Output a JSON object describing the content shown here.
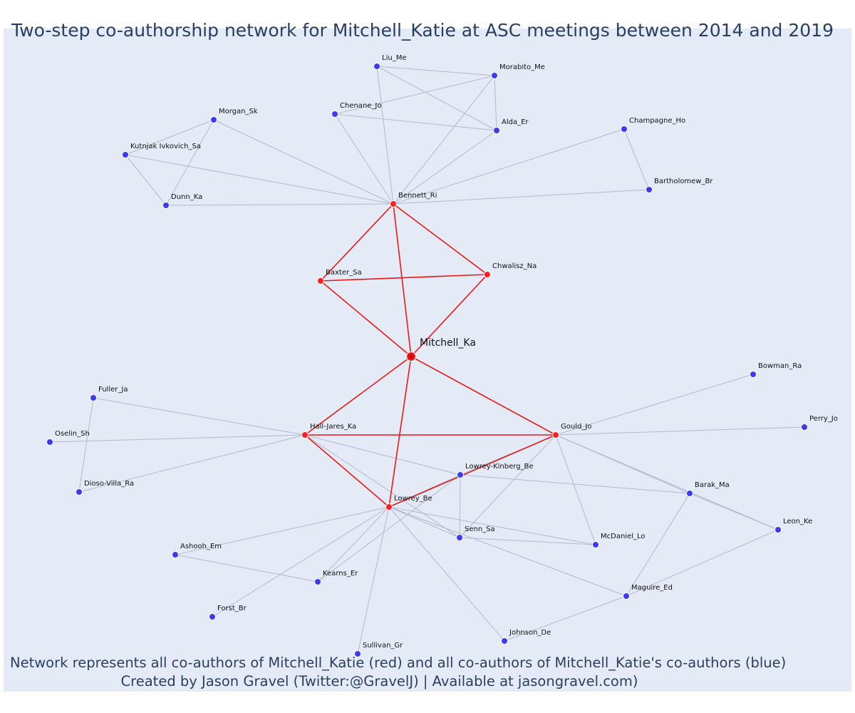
{
  "title": "Two-step co-authorship network for Mitchell_Katie at ASC meetings between 2014 and 2019",
  "footer": {
    "line1": "Network represents all co-authors of Mitchell_Katie (red) and all co-authors of Mitchell_Katie's co-authors (blue)",
    "line2": "Created by Jason Gravel (Twitter:@GravelJ) | Available at jasongravel.com)"
  },
  "colors": {
    "plot_background": "#e5ebf6",
    "red_node": "#ff2020",
    "blue_node": "#3b3bf0",
    "red_edge": "#e31a1a",
    "grey_edge": "#b4b8c8",
    "text": "#2a3f5f"
  },
  "nodes": [
    {
      "id": "Mitchell_Ka",
      "label": "Mitchell_Ka",
      "group": "focal"
    },
    {
      "id": "Bennett_Ri",
      "label": "Bennett_Ri",
      "group": "red"
    },
    {
      "id": "Baxter_Sa",
      "label": "Baxter_Sa",
      "group": "red"
    },
    {
      "id": "Chwalisz_Na",
      "label": "Chwalisz_Na",
      "group": "red"
    },
    {
      "id": "Hall-Jares_Ka",
      "label": "Hall-Jares_Ka",
      "group": "red"
    },
    {
      "id": "Gould_Jo",
      "label": "Gould_Jo",
      "group": "red"
    },
    {
      "id": "Lowrey_Be",
      "label": "Lowrey_Be",
      "group": "red"
    },
    {
      "id": "Liu_Me",
      "label": "Liu_Me",
      "group": "blue"
    },
    {
      "id": "Morabito_Me",
      "label": "Morabito_Me",
      "group": "blue"
    },
    {
      "id": "Chenane_Jo",
      "label": "Chenane_Jo",
      "group": "blue"
    },
    {
      "id": "Alda_Er",
      "label": "Alda_Er",
      "group": "blue"
    },
    {
      "id": "Morgan_Sk",
      "label": "Morgan_Sk",
      "group": "blue"
    },
    {
      "id": "Kutnjak Ivkovich_Sa",
      "label": "Kutnjak Ivkovich_Sa",
      "group": "blue"
    },
    {
      "id": "Dunn_Ka",
      "label": "Dunn_Ka",
      "group": "blue"
    },
    {
      "id": "Champagne_Ho",
      "label": "Champagne_Ho",
      "group": "blue"
    },
    {
      "id": "Bartholomew_Br",
      "label": "Bartholomew_Br",
      "group": "blue"
    },
    {
      "id": "Bowman_Ra",
      "label": "Bowman_Ra",
      "group": "blue"
    },
    {
      "id": "Perry_Jo",
      "label": "Perry_Jo",
      "group": "blue"
    },
    {
      "id": "Fuller_Ja",
      "label": "Fuller_Ja",
      "group": "blue"
    },
    {
      "id": "Oselin_Sh",
      "label": "Oselin_Sh",
      "group": "blue"
    },
    {
      "id": "Dioso-Villa_Ra",
      "label": "Dioso-Villa_Ra",
      "group": "blue"
    },
    {
      "id": "Lowrey-Kinberg_Be",
      "label": "Lowrey-Kinberg_Be",
      "group": "blue"
    },
    {
      "id": "Barak_Ma",
      "label": "Barak_Ma",
      "group": "blue"
    },
    {
      "id": "Leon_Ke",
      "label": "Leon_Ke",
      "group": "blue"
    },
    {
      "id": "Senn_Sa",
      "label": "Senn_Sa",
      "group": "blue"
    },
    {
      "id": "McDaniel_Lo",
      "label": "McDaniel_Lo",
      "group": "blue"
    },
    {
      "id": "Ashooh_Em",
      "label": "Ashooh_Em",
      "group": "blue"
    },
    {
      "id": "Kearns_Er",
      "label": "Kearns_Er",
      "group": "blue"
    },
    {
      "id": "Maguire_Ed",
      "label": "Maguire_Ed",
      "group": "blue"
    },
    {
      "id": "Forst_Br",
      "label": "Forst_Br",
      "group": "blue"
    },
    {
      "id": "Johnson_De",
      "label": "Johnson_De",
      "group": "blue"
    },
    {
      "id": "Sullivan_Gr",
      "label": "Sullivan_Gr",
      "group": "blue"
    }
  ],
  "edges": [
    [
      "Mitchell_Ka",
      "Bennett_Ri",
      "red"
    ],
    [
      "Mitchell_Ka",
      "Baxter_Sa",
      "red"
    ],
    [
      "Mitchell_Ka",
      "Chwalisz_Na",
      "red"
    ],
    [
      "Mitchell_Ka",
      "Hall-Jares_Ka",
      "red"
    ],
    [
      "Mitchell_Ka",
      "Gould_Jo",
      "red"
    ],
    [
      "Mitchell_Ka",
      "Lowrey_Be",
      "red"
    ],
    [
      "Bennett_Ri",
      "Baxter_Sa",
      "red"
    ],
    [
      "Bennett_Ri",
      "Chwalisz_Na",
      "red"
    ],
    [
      "Baxter_Sa",
      "Chwalisz_Na",
      "red"
    ],
    [
      "Hall-Jares_Ka",
      "Gould_Jo",
      "red"
    ],
    [
      "Hall-Jares_Ka",
      "Lowrey_Be",
      "red"
    ],
    [
      "Gould_Jo",
      "Lowrey_Be",
      "red"
    ],
    [
      "Bennett_Ri",
      "Liu_Me",
      "grey"
    ],
    [
      "Bennett_Ri",
      "Morabito_Me",
      "grey"
    ],
    [
      "Bennett_Ri",
      "Chenane_Jo",
      "grey"
    ],
    [
      "Bennett_Ri",
      "Alda_Er",
      "grey"
    ],
    [
      "Bennett_Ri",
      "Kutnjak Ivkovich_Sa",
      "grey"
    ],
    [
      "Bennett_Ri",
      "Morgan_Sk",
      "grey"
    ],
    [
      "Bennett_Ri",
      "Dunn_Ka",
      "grey"
    ],
    [
      "Bennett_Ri",
      "Champagne_Ho",
      "grey"
    ],
    [
      "Bennett_Ri",
      "Bartholomew_Br",
      "grey"
    ],
    [
      "Liu_Me",
      "Morabito_Me",
      "grey"
    ],
    [
      "Liu_Me",
      "Alda_Er",
      "grey"
    ],
    [
      "Chenane_Jo",
      "Morabito_Me",
      "grey"
    ],
    [
      "Chenane_Jo",
      "Alda_Er",
      "grey"
    ],
    [
      "Morabito_Me",
      "Alda_Er",
      "grey"
    ],
    [
      "Morgan_Sk",
      "Kutnjak Ivkovich_Sa",
      "grey"
    ],
    [
      "Morgan_Sk",
      "Dunn_Ka",
      "grey"
    ],
    [
      "Kutnjak Ivkovich_Sa",
      "Dunn_Ka",
      "grey"
    ],
    [
      "Champagne_Ho",
      "Bartholomew_Br",
      "grey"
    ],
    [
      "Gould_Jo",
      "Bowman_Ra",
      "grey"
    ],
    [
      "Gould_Jo",
      "Perry_Jo",
      "grey"
    ],
    [
      "Gould_Jo",
      "Lowrey-Kinberg_Be",
      "grey"
    ],
    [
      "Gould_Jo",
      "Barak_Ma",
      "grey"
    ],
    [
      "Gould_Jo",
      "Leon_Ke",
      "grey"
    ],
    [
      "Gould_Jo",
      "Senn_Sa",
      "grey"
    ],
    [
      "Gould_Jo",
      "McDaniel_Lo",
      "grey"
    ],
    [
      "Hall-Jares_Ka",
      "Fuller_Ja",
      "grey"
    ],
    [
      "Hall-Jares_Ka",
      "Oselin_Sh",
      "grey"
    ],
    [
      "Hall-Jares_Ka",
      "Dioso-Villa_Ra",
      "grey"
    ],
    [
      "Hall-Jares_Ka",
      "Lowrey-Kinberg_Be",
      "grey"
    ],
    [
      "Hall-Jares_Ka",
      "Senn_Sa",
      "grey"
    ],
    [
      "Fuller_Ja",
      "Dioso-Villa_Ra",
      "grey"
    ],
    [
      "Lowrey_Be",
      "Lowrey-Kinberg_Be",
      "grey"
    ],
    [
      "Lowrey_Be",
      "Senn_Sa",
      "grey"
    ],
    [
      "Lowrey_Be",
      "McDaniel_Lo",
      "grey"
    ],
    [
      "Lowrey_Be",
      "Ashooh_Em",
      "grey"
    ],
    [
      "Lowrey_Be",
      "Kearns_Er",
      "grey"
    ],
    [
      "Lowrey_Be",
      "Forst_Br",
      "grey"
    ],
    [
      "Lowrey_Be",
      "Sullivan_Gr",
      "grey"
    ],
    [
      "Lowrey_Be",
      "Johnson_De",
      "grey"
    ],
    [
      "Lowrey_Be",
      "Maguire_Ed",
      "grey"
    ],
    [
      "Lowrey-Kinberg_Be",
      "Barak_Ma",
      "grey"
    ],
    [
      "Lowrey-Kinberg_Be",
      "Senn_Sa",
      "grey"
    ],
    [
      "Lowrey-Kinberg_Be",
      "Kearns_Er",
      "grey"
    ],
    [
      "Senn_Sa",
      "McDaniel_Lo",
      "grey"
    ],
    [
      "Ashooh_Em",
      "Kearns_Er",
      "grey"
    ],
    [
      "Barak_Ma",
      "Leon_Ke",
      "grey"
    ],
    [
      "Barak_Ma",
      "Maguire_Ed",
      "grey"
    ],
    [
      "Leon_Ke",
      "Maguire_Ed",
      "grey"
    ],
    [
      "Maguire_Ed",
      "Johnson_De",
      "grey"
    ]
  ]
}
